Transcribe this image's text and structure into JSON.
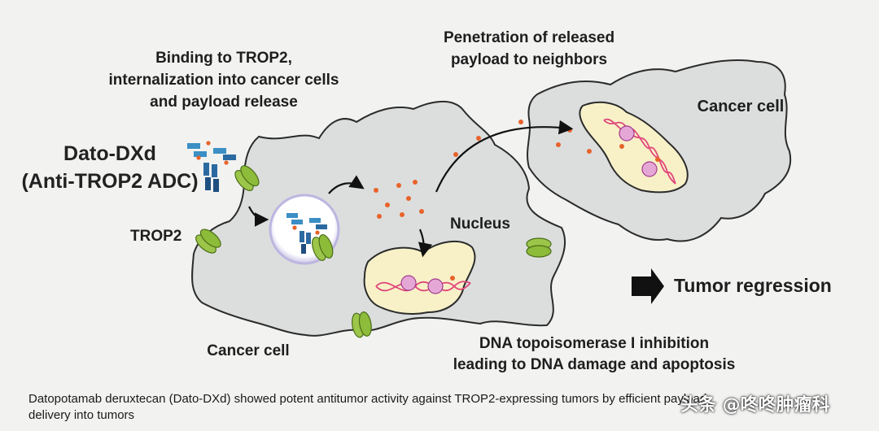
{
  "labels": {
    "binding": [
      "Binding to TROP2,",
      "internalization into cancer cells",
      "and payload release"
    ],
    "penetration": [
      "Penetration of released",
      "payload to neighbors"
    ],
    "drug": [
      "Dato-DXd",
      "(Anti-TROP2 ADC)"
    ],
    "trop2": "TROP2",
    "cancer_cell_right": "Cancer cell",
    "nucleus": "Nucleus",
    "cancer_cell_bottom": "Cancer cell",
    "topo": [
      "DNA topoisomerase I inhibition",
      "leading to DNA damage and apoptosis"
    ],
    "regression": "Tumor regression"
  },
  "caption": [
    "Datopotamab deruxtecan (Dato-DXd) showed potent antitumor activity against TROP2-expressing tumors by efficient payload",
    "delivery into tumors"
  ],
  "watermark": "头条 @咚咚肿瘤科",
  "colors": {
    "cell_fill": "#dcdede",
    "cell_stroke": "#2b2b2b",
    "nucleus_fill": "#f8f1c8",
    "payload": "#e8632a",
    "antibody": "#3b8fc4",
    "receptor": "#8dbb3a",
    "dna": "#e0467a"
  }
}
